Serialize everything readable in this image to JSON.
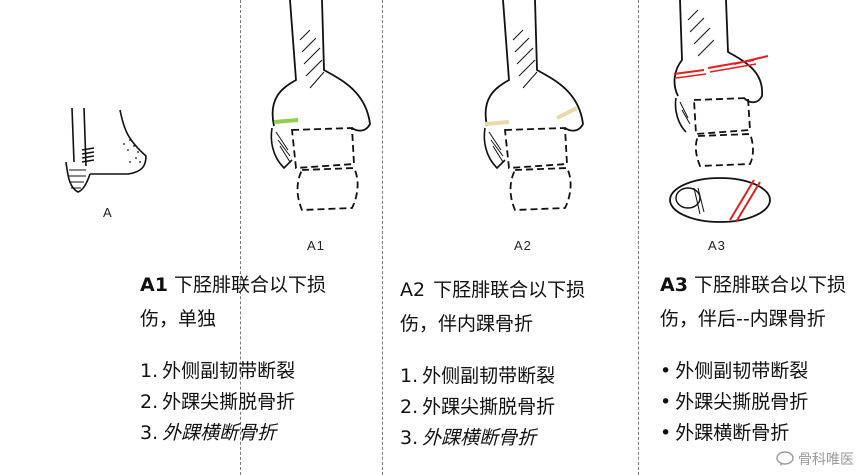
{
  "figure_labels": [
    "A",
    "A1",
    "A2",
    "A3"
  ],
  "columns": [
    {
      "code": "A1",
      "title": "下胫腓联合以下损伤，单独",
      "items": [
        {
          "marker": "1.",
          "text": "外侧副韧带断裂",
          "italic": false
        },
        {
          "marker": "2.",
          "text": "外踝尖撕脱骨折",
          "italic": false
        },
        {
          "marker": "3.",
          "text": "外踝横断骨折",
          "italic": true
        }
      ]
    },
    {
      "code": "A2",
      "title": "下胫腓联合以下损伤，伴内踝骨折",
      "items": [
        {
          "marker": "1.",
          "text": "外侧副韧带断裂",
          "italic": false
        },
        {
          "marker": "2.",
          "text": "外踝尖撕脱骨折",
          "italic": false
        },
        {
          "marker": "3.",
          "text": "外踝横断骨折",
          "italic": true
        }
      ]
    },
    {
      "code": "A3",
      "title": "下胫腓联合以下损伤，伴后--内踝骨折",
      "items": [
        {
          "marker": "•",
          "text": "外侧副韧带断裂",
          "italic": false
        },
        {
          "marker": "•",
          "text": "外踝尖撕脱骨折",
          "italic": false
        },
        {
          "marker": "•",
          "text": "外踝横断骨折",
          "italic": false
        }
      ]
    }
  ],
  "watermark": "骨科唯医",
  "colors": {
    "fracture_line": "#e02020",
    "ligament_green": "#8fd14f",
    "ligament_tan": "#e8d9a8"
  }
}
